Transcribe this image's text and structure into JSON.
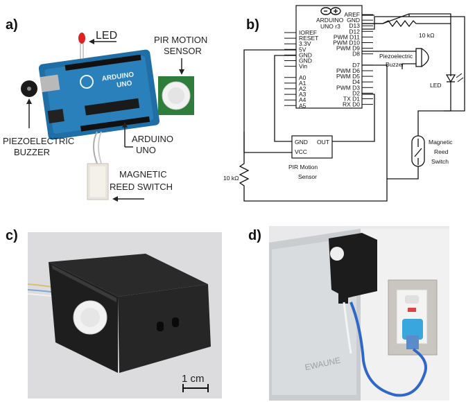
{
  "panels": {
    "a": "a)",
    "b": "b)",
    "c": "c)",
    "d": "d)"
  },
  "photo_a": {
    "led": "LED",
    "pir_line1": "PIR MOTION",
    "pir_line2": "SENSOR",
    "buzzer_line1": "PIEZOELECTRIC",
    "buzzer_line2": "BUZZER",
    "arduino_line1": "ARDUINO",
    "arduino_line2": "UNO",
    "reed_line1": "MAGNETIC",
    "reed_line2": "REED SWITCH",
    "board_brand": "ARDUINO",
    "board_model": "UNO"
  },
  "schematic": {
    "chip_name1": "ARDUINO",
    "chip_name2": "UNO r3",
    "left_pins": [
      "IOREF",
      "RESET",
      "3.3V",
      "5V",
      "GND",
      "GND",
      "Vin",
      "",
      "A0",
      "A1",
      "A2",
      "A3",
      "A4",
      "A5"
    ],
    "right_pins": [
      "AREF",
      "GND",
      "D13",
      "D12",
      "PWM D11",
      "PWM D10",
      "PWM D9",
      "D8",
      "",
      "D7",
      "PWM D6",
      "PWM D5",
      "D4",
      "PWM D3",
      "D2",
      "TX D1",
      "RX D0"
    ],
    "resistor_top": "10 kΩ",
    "resistor_left": "10 kΩ",
    "buzzer_line1": "Piezoelectric",
    "buzzer_line2": "Buzzer",
    "led": "LED",
    "reed_line1": "Magnetic",
    "reed_line2": "Reed",
    "reed_line3": "Switch",
    "pir_gnd": "GND",
    "pir_out": "OUT",
    "pir_vcc": "VCC",
    "pir_line1": "PIR Motion",
    "pir_line2": "Sensor"
  },
  "photo_c": {
    "scale": "1 cm"
  },
  "photo_d": {
    "window_text": "EWAUNE"
  }
}
